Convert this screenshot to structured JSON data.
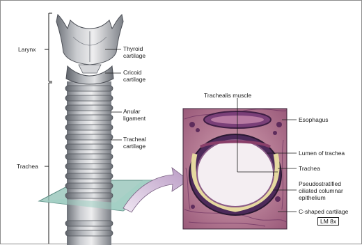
{
  "figure": {
    "labels": {
      "larynx": "Larynx",
      "trachea_region": "Trachea",
      "thyroid_cartilage": [
        "Thyroid",
        "cartilage"
      ],
      "cricoid_cartilage": [
        "Cricoid",
        "cartilage"
      ],
      "anular_ligament": [
        "Anular",
        "ligament"
      ],
      "tracheal_cartilage": [
        "Tracheal",
        "cartilage"
      ],
      "trachealis_muscle": "Trachealis muscle",
      "esophagus": "Esophagus",
      "lumen_of_trachea": "Lumen of trachea",
      "trachea": "Trachea",
      "epithelium": [
        "Pseudostratified",
        "ciliated columnar",
        "epithelium"
      ],
      "c_shaped_cartilage": "C-shaped cartilage"
    },
    "magnification": "LM 8x",
    "colors": {
      "stain_purple": "#7a3f78",
      "stain_pink": "#c98a9e",
      "cartilage_yellow": "#e6d9a0",
      "cartilage_grey": "#b7b9bd",
      "section_plane": "#8fc0b4",
      "arrow_fill": "#d9c7df"
    }
  }
}
